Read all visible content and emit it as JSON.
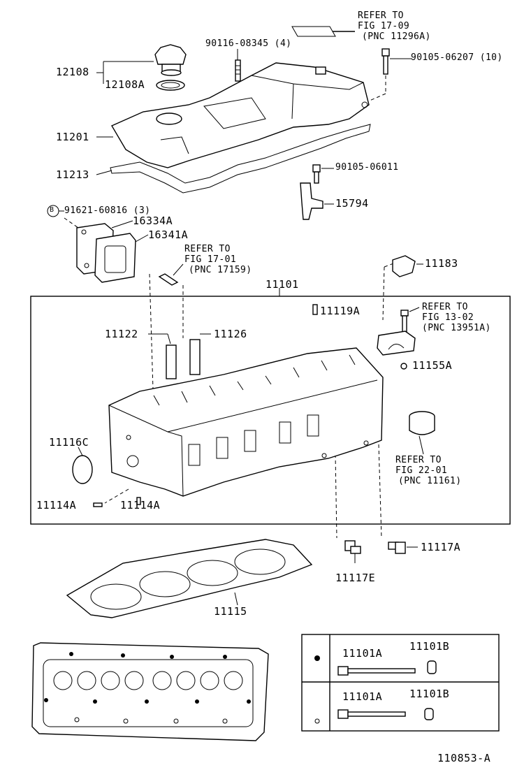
{
  "labels": {
    "refer_1709": [
      "REFER TO",
      "FIG 17-09",
      "(PNC 11296A)"
    ],
    "p90116": "90116-08345 (4)",
    "p90105_06207": "90105-06207 (10)",
    "p12108": "12108",
    "p12108A": "12108A",
    "p11201": "11201",
    "p11213": "11213",
    "p90105_06011": "90105-06011",
    "p15794": "15794",
    "bolt_marker": "B",
    "p91621": "91621-60816 (3)",
    "p16334A": "16334A",
    "p16341A": "16341A",
    "refer_1701": [
      "REFER TO",
      "FIG 17-01",
      "(PNC 17159)"
    ],
    "p11183": "11183",
    "p11101": "11101",
    "p11119A": "11119A",
    "refer_1302": [
      "REFER TO",
      "FIG 13-02",
      "(PNC 13951A)"
    ],
    "p11122": "11122",
    "p11126": "11126",
    "p11155A": "11155A",
    "p11116C": "11116C",
    "refer_2201": [
      "REFER TO",
      "FIG 22-01",
      "(PNC 11161)"
    ],
    "p11114A_left": "11114A",
    "p11114A_right": "11114A",
    "p11117A": "11117A",
    "p11117E": "11117E",
    "p11115": "11115",
    "table": {
      "row1": {
        "bolt": "11101A",
        "washer": "11101B"
      },
      "row2": {
        "bolt": "11101A",
        "washer": "11101B"
      }
    },
    "figure_id": "110853-A"
  }
}
